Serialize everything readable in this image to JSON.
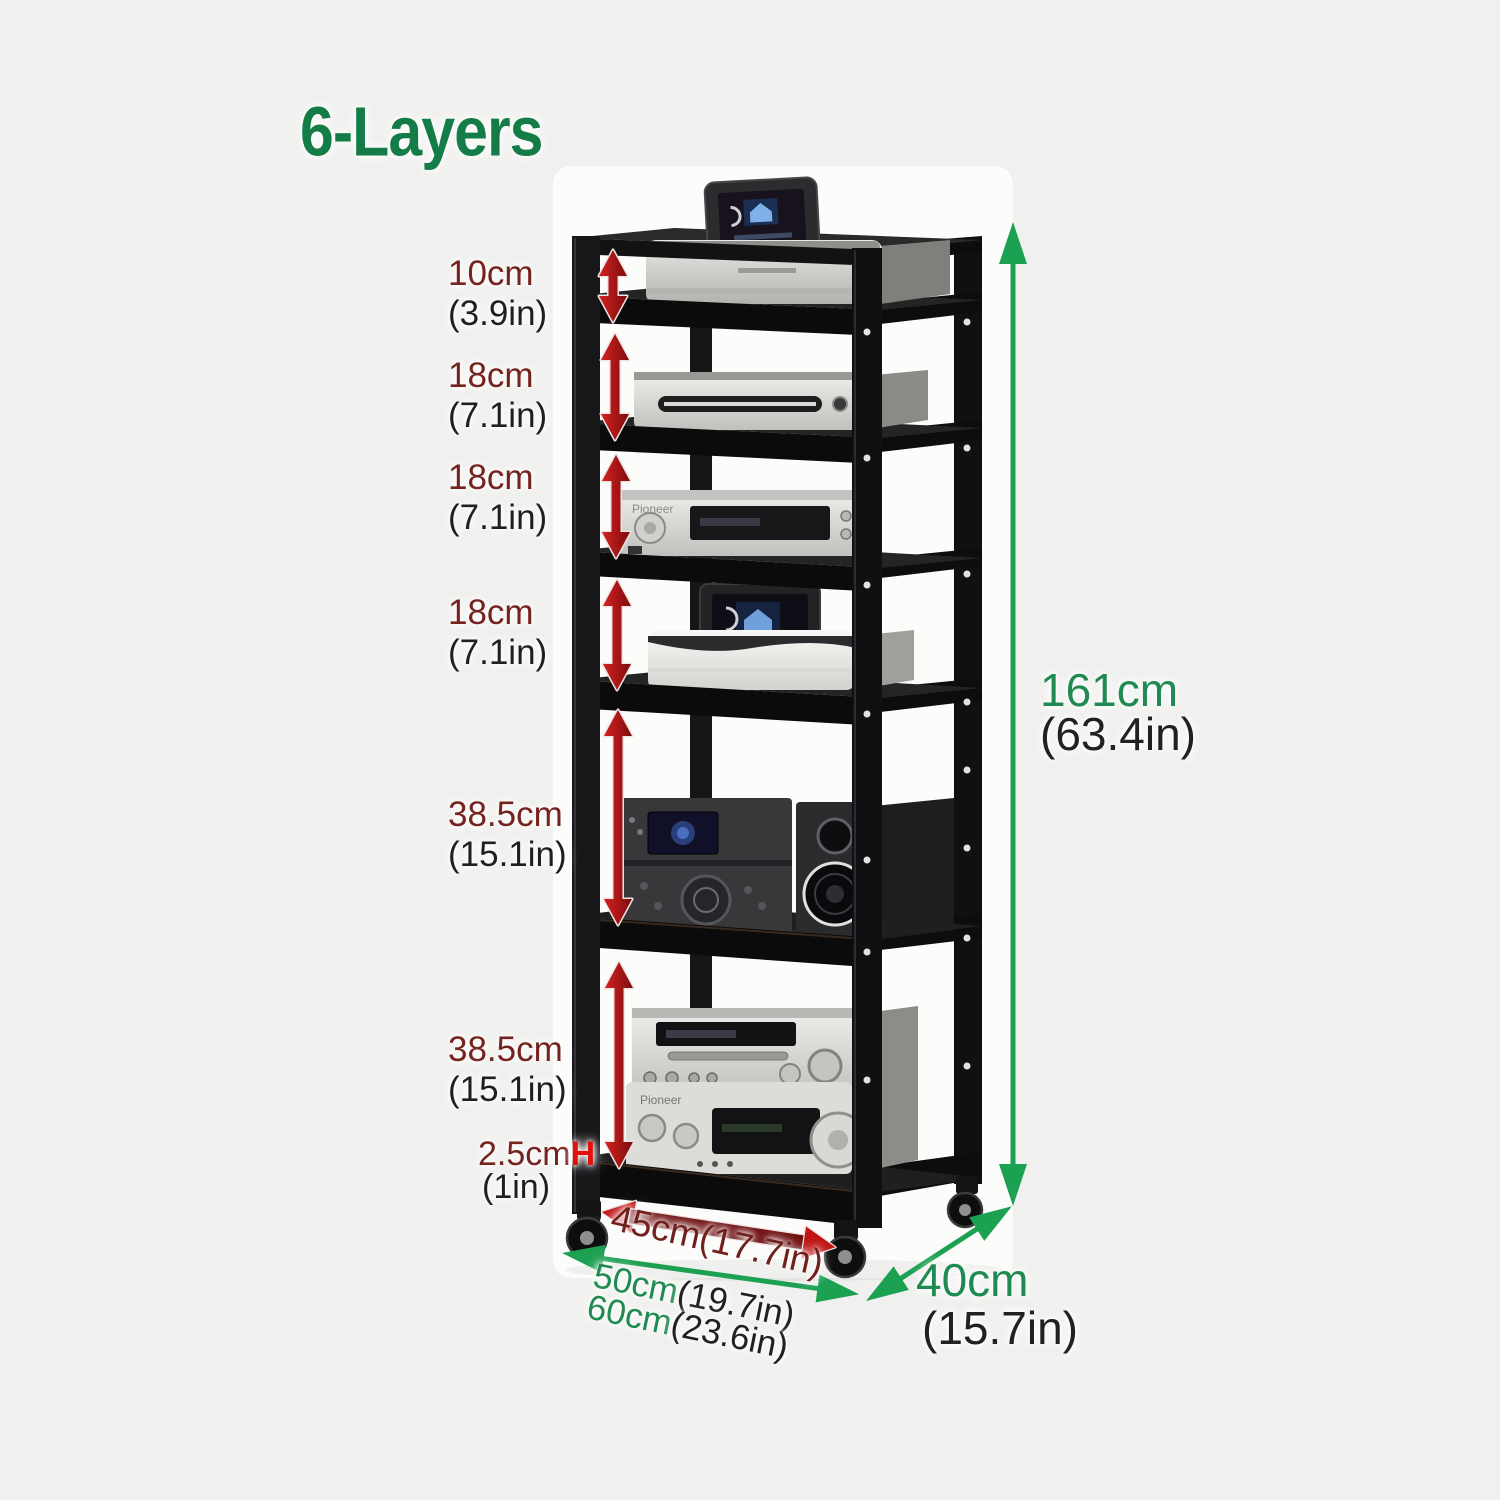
{
  "title": "6-Layers",
  "brand": "Pioneer",
  "gaps": [
    {
      "cm": "10cm",
      "inch": "(3.9in)"
    },
    {
      "cm": "18cm",
      "inch": "(7.1in)"
    },
    {
      "cm": "18cm",
      "inch": "(7.1in)"
    },
    {
      "cm": "18cm",
      "inch": "(7.1in)"
    },
    {
      "cm": "38.5cm",
      "inch": "(15.1in)"
    },
    {
      "cm": "38.5cm",
      "inch": "(15.1in)"
    }
  ],
  "caster_height": {
    "cm": "2.5cm",
    "marker": "H",
    "inch": "(1in)"
  },
  "total_height": {
    "cm": "161cm",
    "inch": "(63.4in)"
  },
  "front_width": {
    "label": "45cm(17.7in)"
  },
  "width_options": [
    {
      "cm": "50cm",
      "inch": "(19.7in)"
    },
    {
      "cm": "60cm",
      "inch": "(23.6in)"
    }
  ],
  "depth": {
    "cm": "40cm",
    "inch": "(15.7in)"
  },
  "icons": {
    "tablet_screen": "smart-home-icon",
    "dimension_arrows": [
      "red-double-arrow-icon",
      "green-double-arrow-icon"
    ]
  },
  "colors": {
    "background": "#f0f0ee",
    "title_green": "#137c47",
    "dimension_green": "#1f8a51",
    "dimension_maroon": "#74231f",
    "marker_red": "#e3100e",
    "arrow_red": "#b01313",
    "arrow_green": "#1ca052",
    "frame_black": "#101013"
  }
}
